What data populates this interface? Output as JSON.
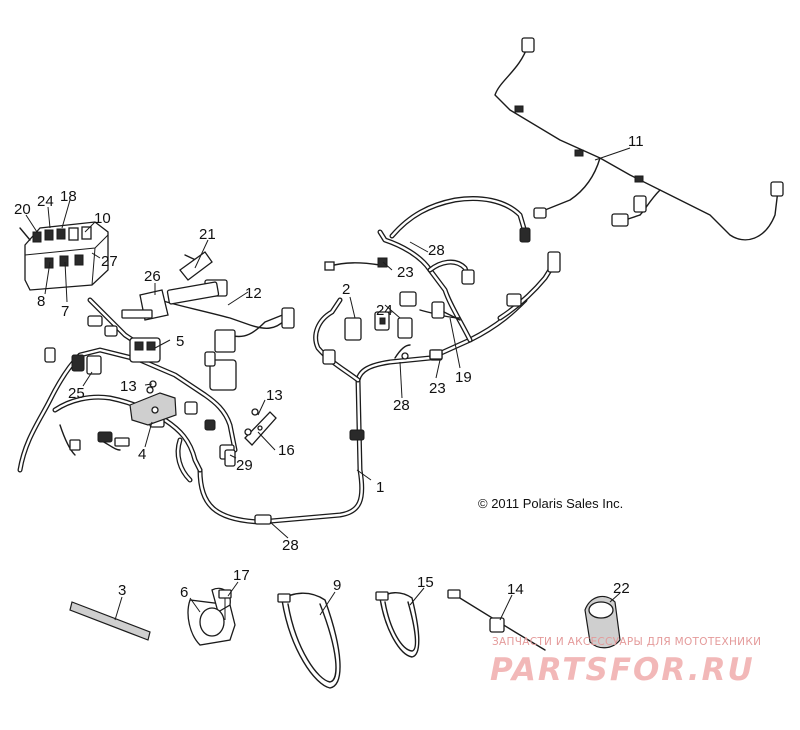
{
  "callouts": {
    "c1": "1",
    "c2": "2",
    "c3": "3",
    "c4": "4",
    "c5": "5",
    "c6": "6",
    "c7": "7",
    "c8": "8",
    "c9": "9",
    "c10": "10",
    "c11": "11",
    "c12": "12",
    "c13a": "13",
    "c13b": "13",
    "c14": "14",
    "c15": "15",
    "c16": "16",
    "c17": "17",
    "c18": "18",
    "c19": "19",
    "c20": "20",
    "c21": "21",
    "c22": "22",
    "c23a": "23",
    "c23b": "23",
    "c24a": "24",
    "c24b": "24",
    "c25": "25",
    "c26": "26",
    "c27": "27",
    "c28a": "28",
    "c28b": "28",
    "c28c": "28",
    "c29": "29"
  },
  "copyright": "© 2011 Polaris Sales Inc.",
  "watermark": {
    "caption": "ЗАПЧАСТИ И АКСЕССУАРЫ ДЛЯ МОТОТЕХНИКИ",
    "logo": "PARTSFOR.RU"
  }
}
